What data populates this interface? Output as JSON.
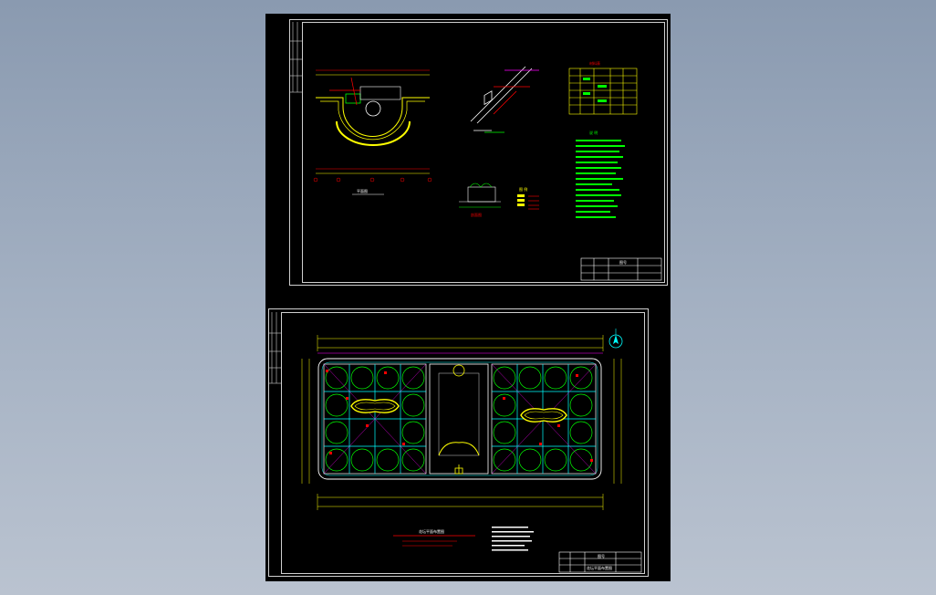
{
  "viewer": {
    "title": "",
    "background_colors": [
      "#8a9ab0",
      "#bac3d0"
    ],
    "canvas_color": "#000000"
  },
  "sheet1": {
    "plan_title": "平面图",
    "section_title": "剖面图",
    "detail_title": "详图",
    "legend_title": "图 例",
    "table_title": "材料表",
    "notes_title": "说 明",
    "title_block_label": "图号"
  },
  "sheet2": {
    "plan_title": "花坛平面布置图",
    "notes_red": "",
    "title_block_label": "图号",
    "title_block_name": "花坛平面布置图"
  },
  "colors": {
    "cad_yellow": "#ffff00",
    "cad_green": "#00ff00",
    "cad_red": "#ff0000",
    "cad_cyan": "#00ffff",
    "cad_magenta": "#ff00ff",
    "cad_white": "#ffffff"
  }
}
